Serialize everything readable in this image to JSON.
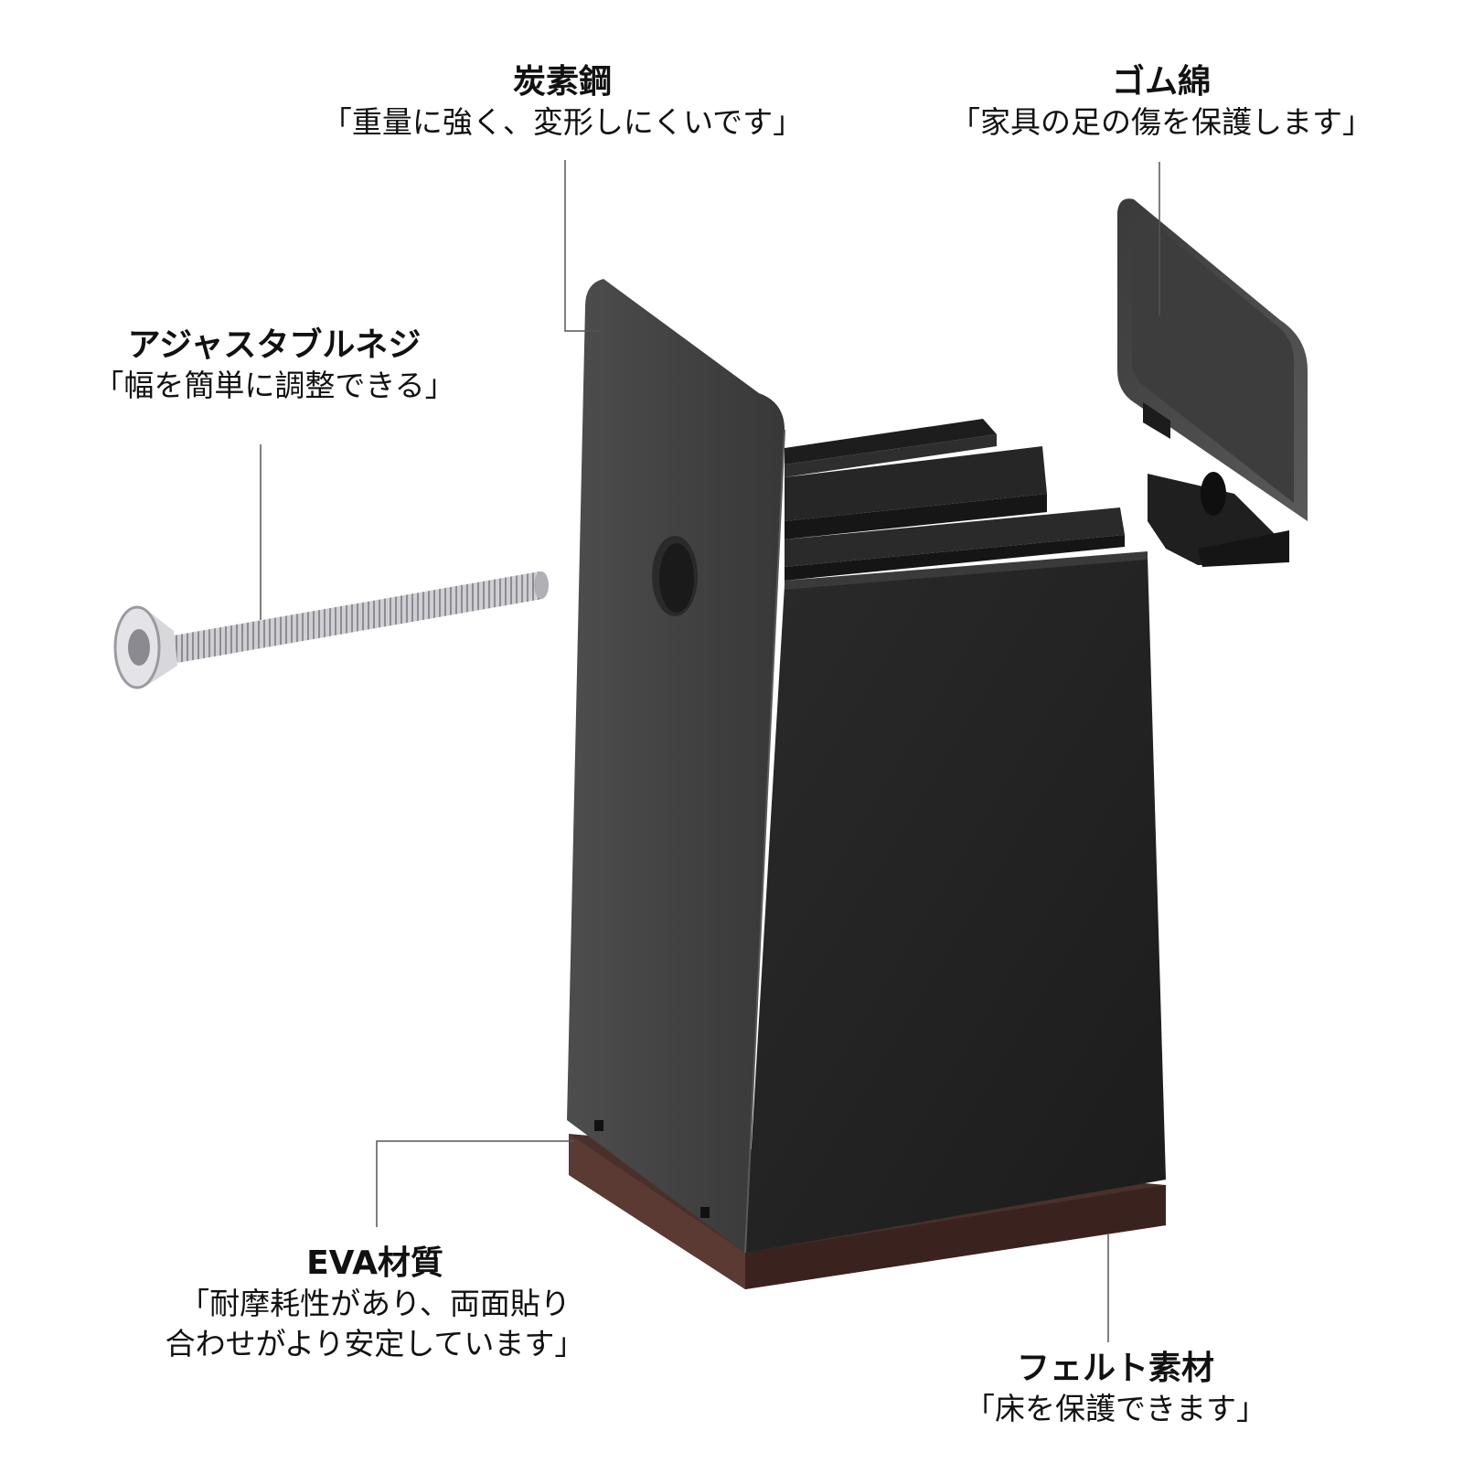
{
  "callouts": {
    "carbon_steel": {
      "title": "炭素鋼",
      "desc": "「重量に強く、変形しにくいです」"
    },
    "rubber": {
      "title": "ゴム綿",
      "desc": "「家具の足の傷を保護します」"
    },
    "screw": {
      "title": "アジャスタブルネジ",
      "desc": "「幅を簡単に調整できる」"
    },
    "eva": {
      "title": "EVA材質",
      "desc_line1": "「耐摩耗性があり、両面貼り",
      "desc_line2": "合わせがより安定しています」"
    },
    "felt": {
      "title": "フェルト素材",
      "desc": "「床を保護できます」"
    }
  },
  "colors": {
    "background": "#ffffff",
    "body_black": "#242424",
    "side_panel": "#3f3f3f",
    "felt_brown": "#4a2f2a",
    "leader_line": "#555555",
    "screw_silver": "#c8c8cc"
  }
}
